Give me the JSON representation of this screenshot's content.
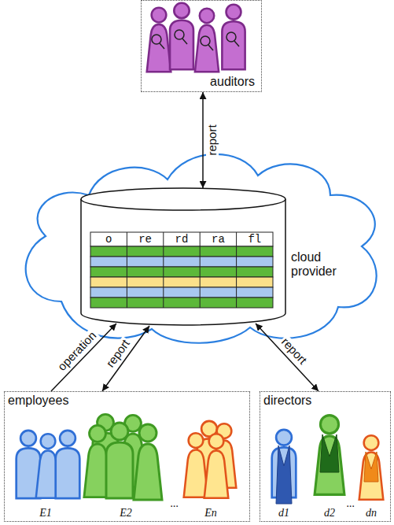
{
  "diagram": {
    "nodes": [
      {
        "text": [
          "auditors"
        ]
      },
      {
        "text": [
          "cloud provider"
        ]
      },
      {
        "text": [
          "employees"
        ]
      },
      {
        "text": [
          "directors"
        ]
      }
    ],
    "edges": [
      {
        "from": 0,
        "to": 1,
        "label": "report",
        "arrow": "both"
      },
      {
        "from": 2,
        "to": 1,
        "label": "operation",
        "arrow": "to"
      },
      {
        "from": 2,
        "to": 1,
        "label": "report",
        "arrow": "both"
      },
      {
        "from": 3,
        "to": 1,
        "label": "report",
        "arrow": "both"
      }
    ],
    "labels": [
      "o",
      "re",
      "rd",
      "ra",
      "fl",
      "E1",
      "E2",
      "...",
      "En",
      "d1",
      "d2",
      "...",
      "dn"
    ]
  }
}
